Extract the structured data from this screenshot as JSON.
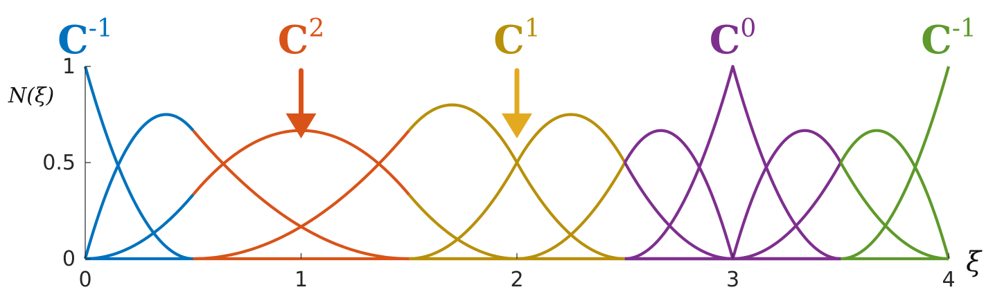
{
  "chart_data": {
    "type": "line",
    "title": "",
    "xlabel": "ξ",
    "ylabel": "N(ξ)",
    "xlim": [
      0,
      4
    ],
    "ylim": [
      0,
      1
    ],
    "xticks": [
      "0",
      "1",
      "2",
      "3",
      "4"
    ],
    "yticks": [
      "0",
      "0.5",
      "1"
    ],
    "grid": false,
    "legend": "none",
    "basis": {
      "degree": 2,
      "knot_vector": [
        0,
        0,
        0,
        0.5,
        1.5,
        2,
        2.5,
        3,
        3,
        3.5,
        4,
        4,
        4
      ]
    },
    "segments": [
      {
        "range": [
          0,
          0.5
        ],
        "color": "#0072BD"
      },
      {
        "range": [
          0.5,
          1.5
        ],
        "color": "#D95319"
      },
      {
        "range": [
          1.5,
          2.5
        ],
        "color": "#B8900A"
      },
      {
        "range": [
          2.5,
          3.5
        ],
        "color": "#7E2F8E"
      },
      {
        "range": [
          3.5,
          4
        ],
        "color": "#5E9A2B"
      }
    ],
    "continuity_labels": [
      {
        "base": "C",
        "sup": "-1",
        "x": 0,
        "color": "#0072BD"
      },
      {
        "base": "C",
        "sup": "2",
        "x": 1,
        "color": "#D95319"
      },
      {
        "base": "C",
        "sup": "1",
        "x": 2,
        "color": "#B8900A"
      },
      {
        "base": "C",
        "sup": "0",
        "x": 3,
        "color": "#7E2F8E"
      },
      {
        "base": "C",
        "sup": "-1",
        "x": 4,
        "color": "#5E9A2B"
      }
    ],
    "arrows": [
      {
        "x": 1,
        "color": "#D95319"
      },
      {
        "x": 2,
        "color": "#E3AA20"
      }
    ]
  }
}
